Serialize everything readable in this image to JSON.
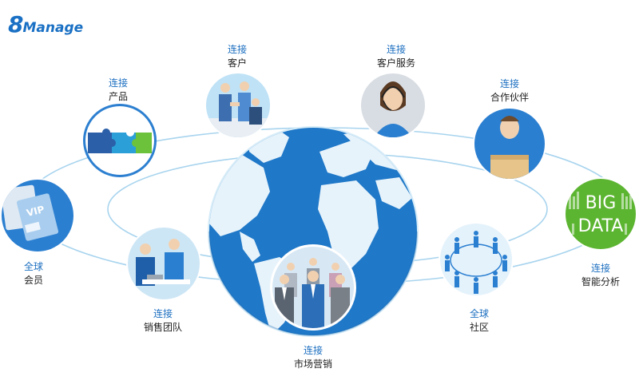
{
  "logo": {
    "prefix": "8",
    "text": "Manage"
  },
  "hub": {
    "label_top": "连接",
    "label_bottom": "市场营销"
  },
  "nodes": {
    "products": {
      "top": "连接",
      "bottom": "产品"
    },
    "customers": {
      "top": "连接",
      "bottom": "客户"
    },
    "customer_service": {
      "top": "连接",
      "bottom": "客户服务"
    },
    "partners": {
      "top": "连接",
      "bottom": "合作伙伴"
    },
    "members": {
      "top": "全球",
      "bottom": "会员"
    },
    "sales_team": {
      "top": "连接",
      "bottom": "销售团队"
    },
    "community": {
      "top": "全球",
      "bottom": "社区"
    },
    "big_data": {
      "top": "连接",
      "bottom": "智能分析",
      "line1": "BIG",
      "line2": "DATA"
    }
  },
  "vip_text": "VIP",
  "colors": {
    "brand": "#1a70c4",
    "ring": "#a8d4ee",
    "globe_ocean": "#1f78c8",
    "globe_land": "#e7f3fb",
    "label_blue": "#1c6fc0",
    "big_data_green": "#5cb531"
  }
}
